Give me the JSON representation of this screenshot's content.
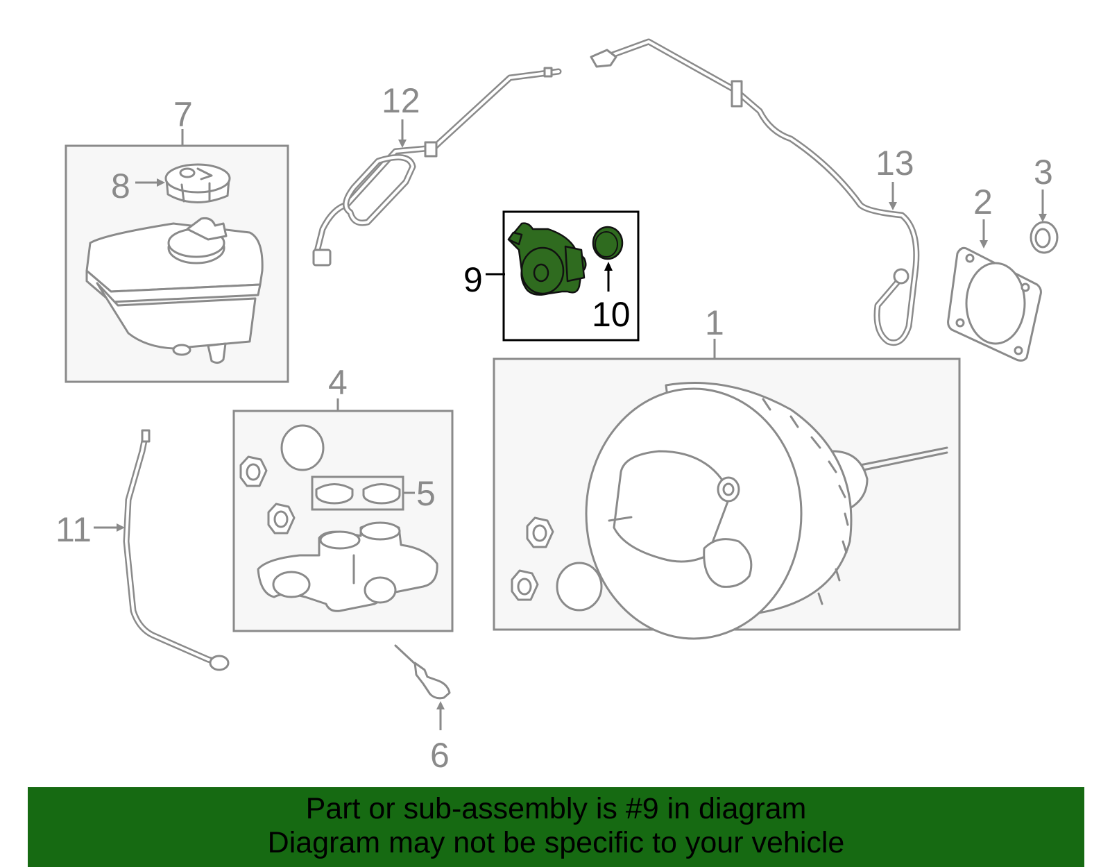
{
  "diagram": {
    "callouts": {
      "c1": "1",
      "c2": "2",
      "c3": "3",
      "c4": "4",
      "c5": "5",
      "c6": "6",
      "c7": "7",
      "c8": "8",
      "c9": "9",
      "c10": "10",
      "c11": "11",
      "c12": "12",
      "c13": "13"
    },
    "highlighted_part": "9",
    "colors": {
      "line": "#8a8a8a",
      "highlight_fill": "#2f6b1f",
      "banner_bg": "#166a12",
      "box_fill": "#f7f7f7"
    }
  },
  "banner": {
    "line1": "Part or sub-assembly is #9 in diagram",
    "line2": "Diagram may not be specific to your vehicle"
  }
}
